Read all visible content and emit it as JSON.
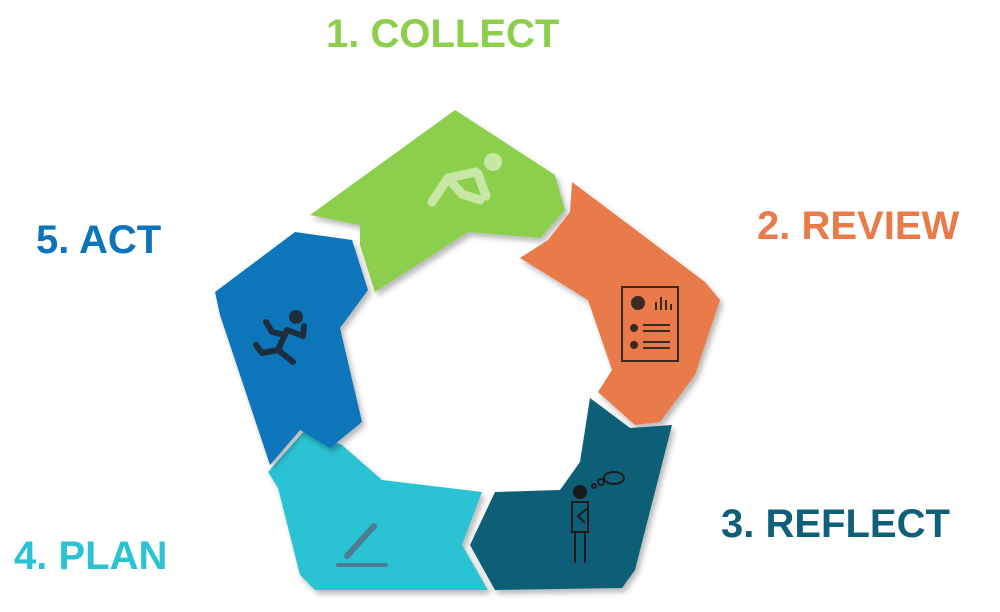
{
  "steps": [
    {
      "key": "collect",
      "label": "1. COLLECT",
      "color": "#8ccf4d",
      "icon": "crouching-runner-icon"
    },
    {
      "key": "review",
      "label": "2. REVIEW",
      "color": "#e97a4a",
      "icon": "report-chart-icon"
    },
    {
      "key": "reflect",
      "label": "3. REFLECT",
      "color": "#0f5f78",
      "icon": "thinking-person-icon"
    },
    {
      "key": "plan",
      "label": "4. PLAN",
      "color": "#2bc3d3",
      "icon": "pen-writing-icon"
    },
    {
      "key": "act",
      "label": "5. ACT",
      "color": "#0b74ba",
      "icon": "running-person-icon"
    }
  ]
}
